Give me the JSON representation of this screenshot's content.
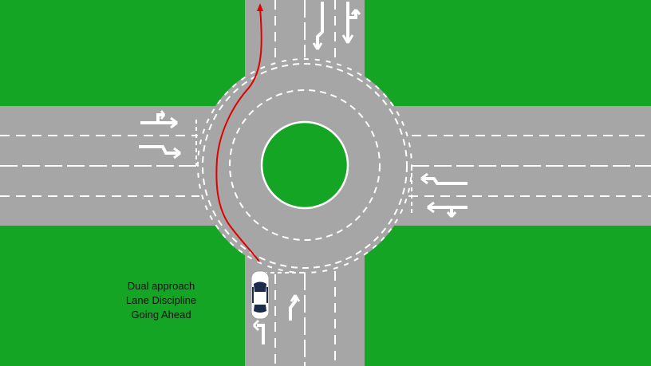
{
  "caption": {
    "line1": "Dual approach",
    "line2": "Lane Discipline",
    "line3": "Going Ahead"
  },
  "colors": {
    "grass": "#13a523",
    "road": "#a6a6a6",
    "marking": "#ffffff",
    "vehicle_path": "#e00000",
    "car_body": "#ffffff",
    "car_glass": "#1c2b4a"
  },
  "elements": {
    "roundabout": "roundabout-ring",
    "central_island": "central-island-grass",
    "vehicle": "car-icon",
    "path": "red-path-line"
  }
}
